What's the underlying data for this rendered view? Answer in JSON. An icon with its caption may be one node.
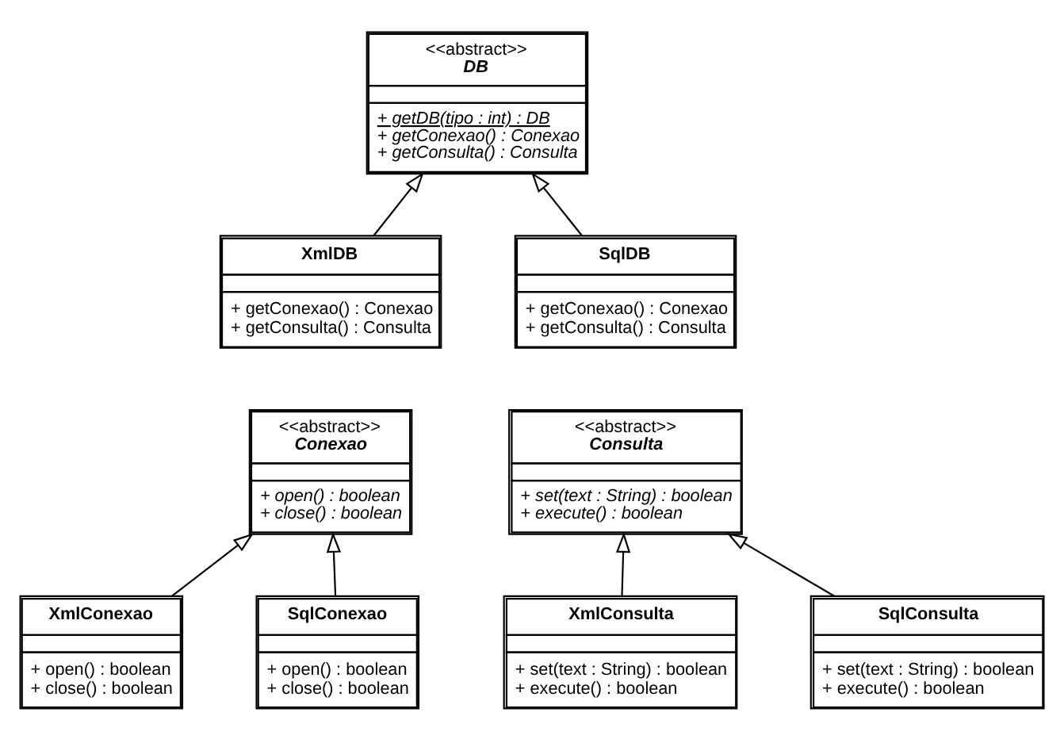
{
  "diagram": {
    "nodes": [
      {
        "text": [
          "<<abstract>>",
          "DB",
          "+ getDB(tipo : int) : DB",
          "+ getConexao() : Conexao",
          "+ getConsulta() : Consulta"
        ]
      },
      {
        "text": [
          "XmlDB",
          "+ getConexao() : Conexao",
          "+ getConsulta() : Consulta"
        ]
      },
      {
        "text": [
          "SqlDB",
          "+ getConexao() : Conexao",
          "+ getConsulta() : Consulta"
        ]
      },
      {
        "text": [
          "<<abstract>>",
          "Conexao",
          "+ open() : boolean",
          "+ close() : boolean"
        ]
      },
      {
        "text": [
          "<<abstract>>",
          "Consulta",
          "+ set(text : String) : boolean",
          "+ execute() : boolean"
        ]
      },
      {
        "text": [
          "XmlConexao",
          "+ open() : boolean",
          "+ close() : boolean"
        ]
      },
      {
        "text": [
          "SqlConexao",
          "+ open() : boolean",
          "+ close() : boolean"
        ]
      },
      {
        "text": [
          "XmlConsulta",
          "+ set(text : String) : boolean",
          "+ execute() : boolean"
        ]
      },
      {
        "text": [
          "SqlConsulta",
          "+ set(text : String) : boolean",
          "+ execute() : boolean"
        ]
      }
    ],
    "edges": [
      {
        "from": 1,
        "to": 0,
        "arrow": "to"
      },
      {
        "from": 2,
        "to": 0,
        "arrow": "to"
      },
      {
        "from": 5,
        "to": 3,
        "arrow": "to"
      },
      {
        "from": 6,
        "to": 3,
        "arrow": "to"
      },
      {
        "from": 7,
        "to": 4,
        "arrow": "to"
      },
      {
        "from": 8,
        "to": 4,
        "arrow": "to"
      }
    ]
  }
}
